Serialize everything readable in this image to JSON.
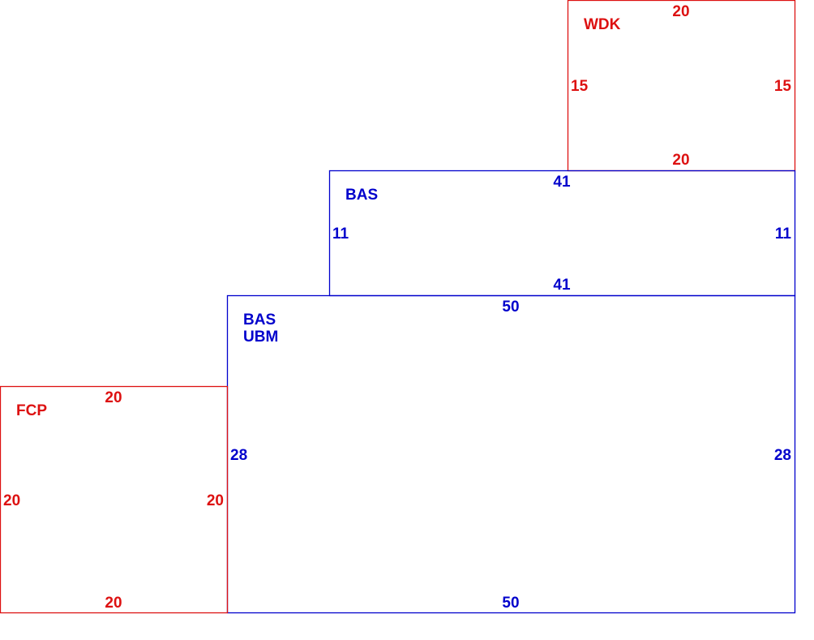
{
  "colors": {
    "red": "#dd1111",
    "blue": "#0000cc"
  },
  "rooms": [
    {
      "id": "wdk",
      "color": "red",
      "name_lines": [
        "WDK"
      ],
      "top": "20",
      "bottom": "20",
      "left": "15",
      "right": "15"
    },
    {
      "id": "bas",
      "color": "blue",
      "name_lines": [
        "BAS"
      ],
      "top": "41",
      "bottom": "41",
      "left": "11",
      "right": "11"
    },
    {
      "id": "bas-ubm",
      "color": "blue",
      "name_lines": [
        "BAS",
        "UBM"
      ],
      "top": "50",
      "bottom": "50",
      "left": "28",
      "right": "28"
    },
    {
      "id": "fcp",
      "color": "red",
      "name_lines": [
        "FCP"
      ],
      "top": "20",
      "bottom": "20",
      "left": "20",
      "right": "20"
    }
  ]
}
